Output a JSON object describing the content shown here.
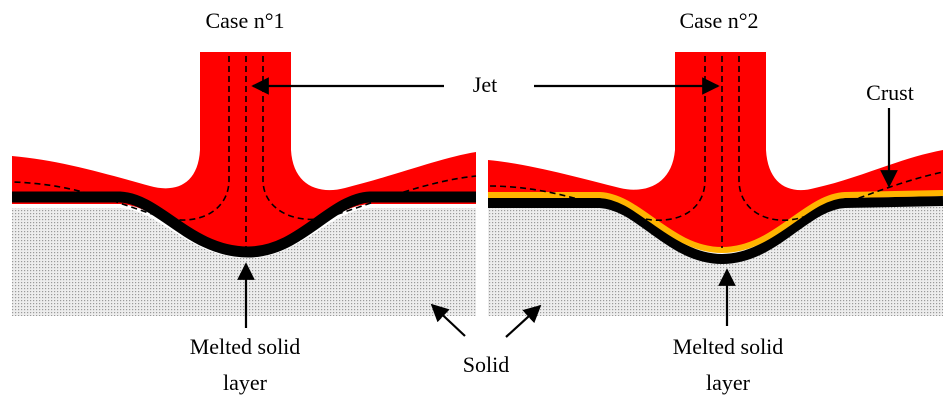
{
  "colors": {
    "jet": "#ff0000",
    "melted_layer": "#000000",
    "crust": "#ffb400",
    "solid": "#d9d9d9",
    "background": "#ffffff"
  },
  "panels": [
    {
      "title": "Case n°1",
      "has_crust": false
    },
    {
      "title": "Case n°2",
      "has_crust": true
    }
  ],
  "labels": {
    "jet": "Jet",
    "crust": "Crust",
    "solid": "Solid",
    "melted_line1": "Melted solid",
    "melted_line2": "layer"
  }
}
